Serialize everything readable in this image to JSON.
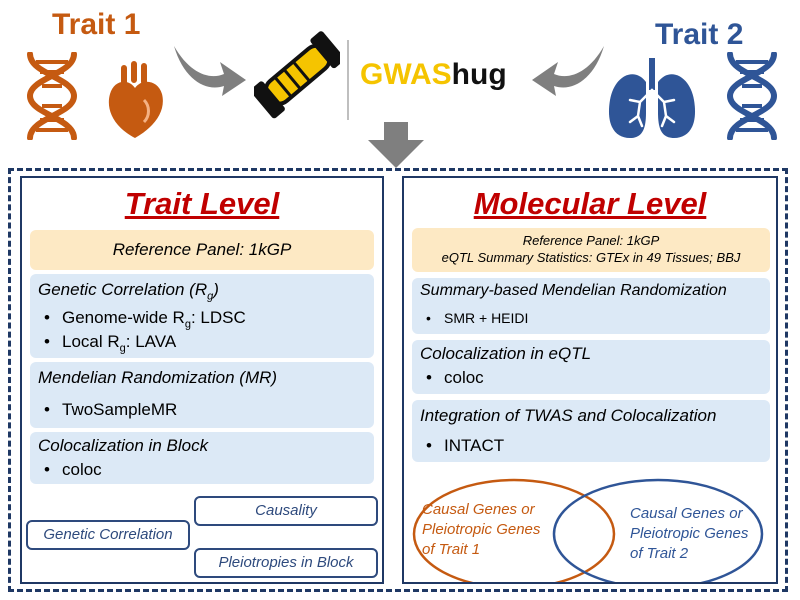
{
  "header": {
    "trait1": "Trait 1",
    "trait2": "Trait 2",
    "brand_gwas": "GWAS",
    "brand_hug": "hug"
  },
  "colors": {
    "trait1": "#c55a11",
    "trait2": "#2f5597",
    "brand_gwas": "#f5c400",
    "panel_border": "#1f3864",
    "level_title": "#c00000",
    "ref_bg": "#fde9c4",
    "section_bg": "#dce9f6",
    "arrow": "#7f7f7f"
  },
  "icons": {
    "left": [
      "dna-icon",
      "heart-icon"
    ],
    "center": "handshake-icon",
    "right": [
      "lungs-icon",
      "dna-icon"
    ]
  },
  "trait_level": {
    "title": "Trait Level",
    "ref_panel": "Reference Panel: 1kGP",
    "genetic_correlation": {
      "title": "Genetic Correlation (R",
      "title_sub": "g",
      "title_end": ")",
      "item1": "Genome-wide R",
      "item1_sub": "g",
      "item1_end": ": LDSC",
      "item2": "Local R",
      "item2_sub": "g",
      "item2_end": ": LAVA"
    },
    "mr": {
      "title": "Mendelian Randomization (MR)",
      "item": "TwoSampleMR"
    },
    "coloc_block": {
      "title": "Colocalization in Block",
      "item": "coloc"
    },
    "tags": {
      "genetic_correlation": "Genetic Correlation",
      "causality": "Causality",
      "pleiotropies": "Pleiotropies in Block"
    }
  },
  "molecular_level": {
    "title": "Molecular Level",
    "ref_line1": "Reference Panel: 1kGP",
    "ref_line2": "eQTL Summary Statistics: GTEx in 49 Tissues; BBJ",
    "smr": {
      "title": "Summary-based Mendelian Randomization",
      "item": "SMR + HEIDI"
    },
    "coloc_eqtl": {
      "title": "Colocalization in eQTL",
      "item": "coloc"
    },
    "twas": {
      "title": "Integration of TWAS and Colocalization",
      "item": "INTACT"
    },
    "venn": {
      "left_line1": "Causal Genes or",
      "left_line2": "Pleiotropic Genes",
      "left_line3": "of Trait 1",
      "right_line1": "Causal Genes or",
      "right_line2": "Pleiotropic Genes",
      "right_line3": "of Trait 2"
    }
  },
  "bullet": "•"
}
